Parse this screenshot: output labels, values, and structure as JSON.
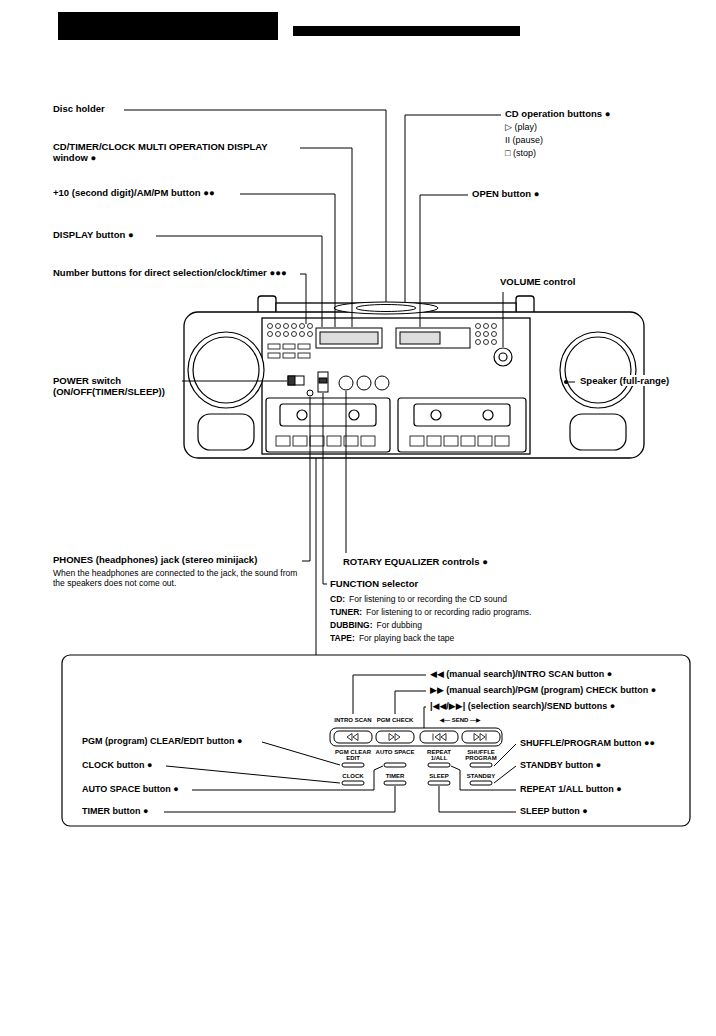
{
  "diagram": {
    "labels": [
      "Disc holder",
      "CD/TIMER/CLOCK MULTI OPERATION DISPLAY window ●",
      "+10 (second digit)/AM/PM button ●●",
      "DISPLAY button ●",
      "Number buttons for direct selection/clock/timer ●●●",
      "CD operation buttons ●",
      "▷ (play)",
      "II (pause)",
      "□ (stop)",
      "OPEN button ●",
      "VOLUME control",
      "Speaker (full-range)",
      "POWER switch (ON/OFF(TIMER/SLEEP))",
      "PHONES (headphones) jack (stereo minijack)",
      "When the headphones are connected to the jack, the sound from the speakers does not come out.",
      "ROTARY EQUALIZER controls ●",
      "FUNCTION selector",
      "CD:",
      "For listening to or recording the CD sound",
      "TUNER:",
      "For listening to or recording radio programs.",
      "DUBBING:",
      "For dubbing",
      "TAPE:",
      "For playing back the tape",
      "◀◀ (manual search)/INTRO SCAN button ●",
      "▶▶ (manual search)/PGM (program) CHECK button ●",
      "|◀◀/▶▶| (selection search)/SEND buttons ●",
      "INTRO SCAN",
      "PGM CHECK",
      "◀— SEND —▶",
      "PGM CLEAR EDIT",
      "AUTO SPACE",
      "REPEAT 1/ALL",
      "SHUFFLE PROGRAM",
      "CLOCK",
      "TIMER",
      "SLEEP",
      "STANDBY",
      "PGM (program) CLEAR/EDIT button ●",
      "CLOCK button ●",
      "AUTO SPACE button ●",
      "TIMER button ●",
      "SHUFFLE/PROGRAM button ●●",
      "STANDBY button ●",
      "REPEAT 1/ALL button ●",
      "SLEEP button ●"
    ]
  }
}
